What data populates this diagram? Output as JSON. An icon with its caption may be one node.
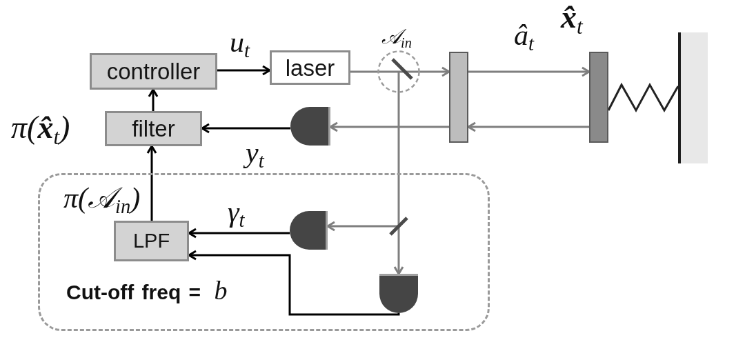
{
  "diagram": {
    "nodes": [
      {
        "text": [
          "controller"
        ]
      },
      {
        "text": [
          "laser"
        ]
      },
      {
        "text": [],
        "shape": "circle",
        "beside": [
          "𝒜$_{in}$"
        ]
      },
      {
        "text": [],
        "shape": "bar"
      },
      {
        "text": [],
        "shape": "bar",
        "beside": [
          "**x̂**$_{t}$"
        ]
      },
      {
        "text": [],
        "shape": "wall"
      },
      {
        "text": [
          "filter"
        ],
        "beside": [
          "π(**x̂**$_{t}$)"
        ]
      },
      {
        "text": [],
        "shape": "detector"
      },
      {
        "text": [
          "**Cut-off freq =** *b*"
        ]
      },
      {
        "text": [
          "LPF"
        ],
        "in": 8
      },
      {
        "text": [],
        "shape": "detector",
        "in": 8
      },
      {
        "text": [],
        "shape": "mirror",
        "in": 8
      },
      {
        "text": [],
        "shape": "detector",
        "in": 8
      }
    ],
    "edges": [
      {
        "from": 0,
        "to": 1,
        "arrow": "to",
        "label": "u$_{t}$",
        "color": "#000000"
      },
      {
        "from": 1,
        "to": 2,
        "arrow": "none"
      },
      {
        "from": 2,
        "to": 3,
        "arrow": "to"
      },
      {
        "from": 3,
        "to": 4,
        "arrow": "to",
        "label": "â$_{t}$"
      },
      {
        "from": 4,
        "to": 3,
        "arrow": "to"
      },
      {
        "from": 3,
        "to": 7,
        "arrow": "to"
      },
      {
        "from": 7,
        "to": 6,
        "arrow": "to",
        "label": "y$_{t}$",
        "color": "#000000"
      },
      {
        "from": 6,
        "to": 0,
        "arrow": "to",
        "color": "#000000"
      },
      {
        "from": 4,
        "to": 5,
        "arrow": "none",
        "color": "#222222"
      },
      {
        "from": 2,
        "to": 11,
        "arrow": "none"
      },
      {
        "from": 11,
        "to": 10,
        "arrow": "to"
      },
      {
        "from": 11,
        "to": 12,
        "arrow": "to"
      },
      {
        "from": 10,
        "to": 9,
        "arrow": "to",
        "label": "γ$_{t}$",
        "color": "#000000"
      },
      {
        "from": 12,
        "to": 9,
        "arrow": "to",
        "color": "#000000"
      },
      {
        "from": 9,
        "to": 6,
        "arrow": "to",
        "label": "π(𝒜$_{in}$)",
        "color": "#000000"
      }
    ]
  }
}
